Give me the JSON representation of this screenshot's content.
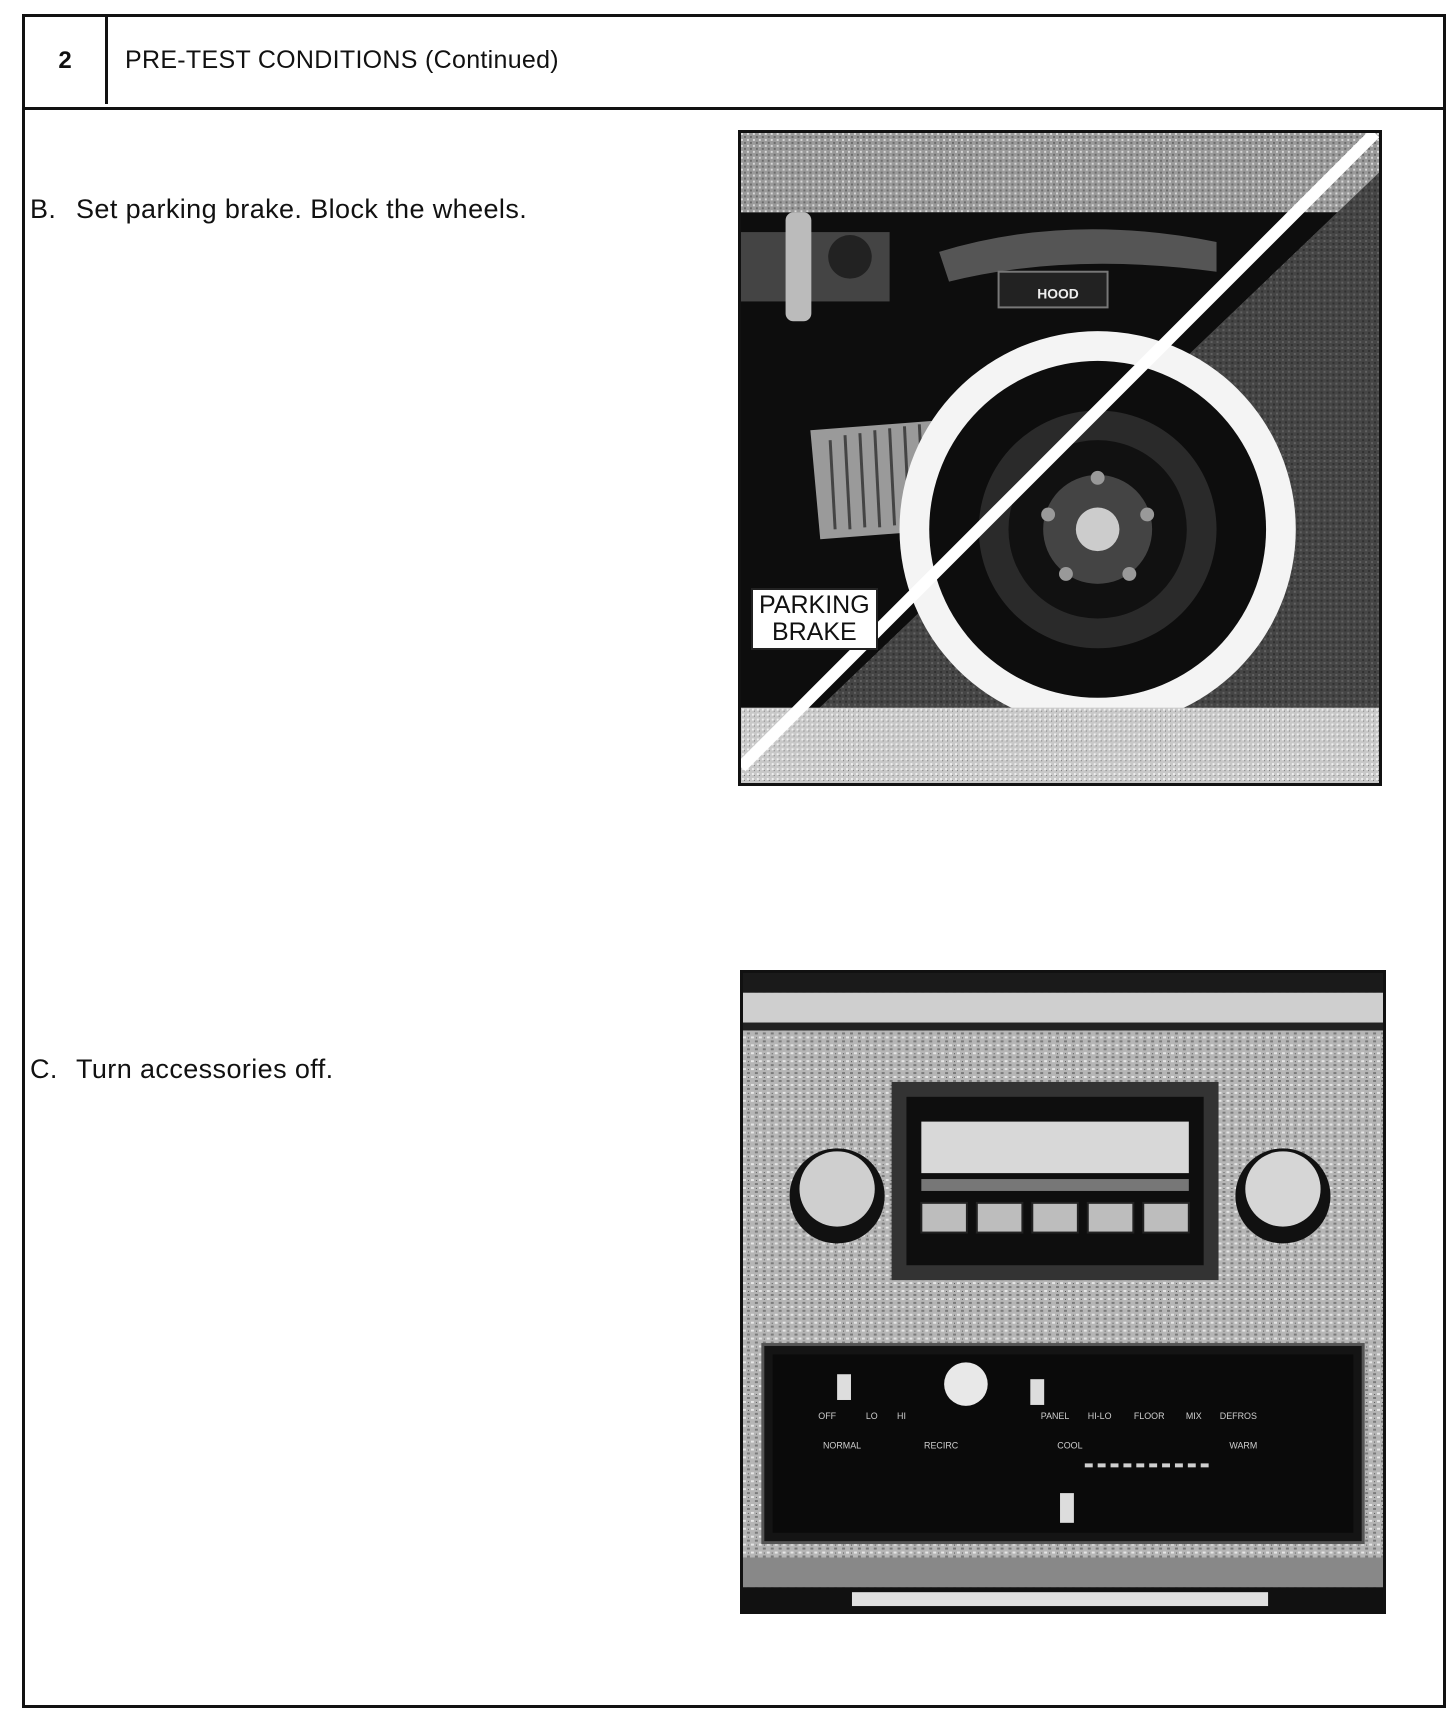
{
  "header": {
    "step_number": "2",
    "title": "PRE-TEST CONDITIONS (Continued)"
  },
  "instructions": [
    {
      "letter": "B.",
      "text": "Set parking brake. Block the wheels."
    },
    {
      "letter": "C.",
      "text": "Turn accessories off."
    }
  ],
  "photo_brake": {
    "label_line1": "PARKING",
    "label_line2": "BRAKE",
    "hood_text": "HOOD"
  },
  "photo_dash": {
    "fan_labels": [
      "OFF",
      "LO",
      "HI"
    ],
    "mode_labels": [
      "PANEL",
      "HI-LO",
      "FLOOR",
      "MIX",
      "DEFROS"
    ],
    "lower_labels": [
      "NORMAL",
      "RECIRC",
      "COOL",
      "WARM"
    ]
  }
}
